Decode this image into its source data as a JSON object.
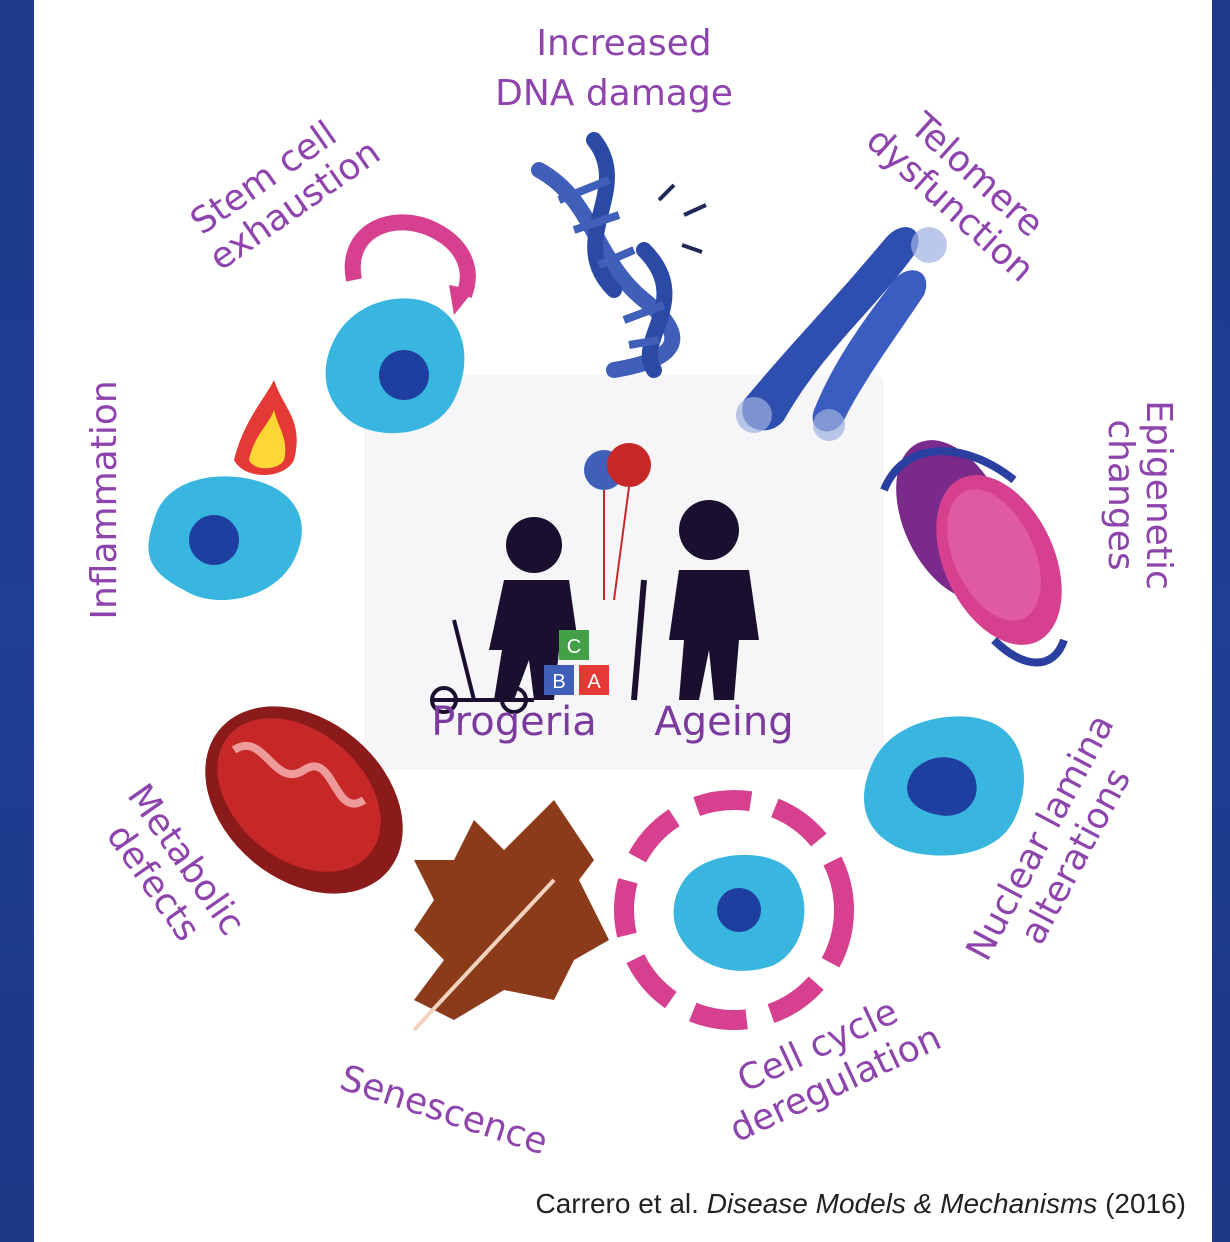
{
  "labels": {
    "dna_damage": [
      "Increased",
      "DNA damage"
    ],
    "telomere": [
      "Telomere",
      "dysfunction"
    ],
    "epigenetic": [
      "Epigenetic",
      "changes"
    ],
    "nuclear_lamina": [
      "Nuclear lamina",
      "alterations"
    ],
    "cell_cycle": [
      "Cell cycle",
      "deregulation"
    ],
    "senescence": "Senescence",
    "metabolic": [
      "Metabolic",
      "defects"
    ],
    "inflammation": "Inflammation",
    "stem_cell": [
      "Stem cell",
      "exhaustion"
    ]
  },
  "center": {
    "left": "Progeria",
    "right": "Ageing",
    "blocks": [
      "C",
      "B",
      "A"
    ]
  },
  "citation": {
    "authors": "Carrero et al.",
    "journal": "Disease Models & Mechanisms",
    "year": "(2016)"
  },
  "colors": {
    "label_purple": "#8e44ad",
    "cell_blue": "#38b6e0",
    "nucleus_navy": "#1f3fa0",
    "arrow_pink": "#d6408f",
    "dna_blue": "#3f5fb8",
    "mito_red": "#c62828",
    "leaf_brown": "#8b3a1a"
  }
}
